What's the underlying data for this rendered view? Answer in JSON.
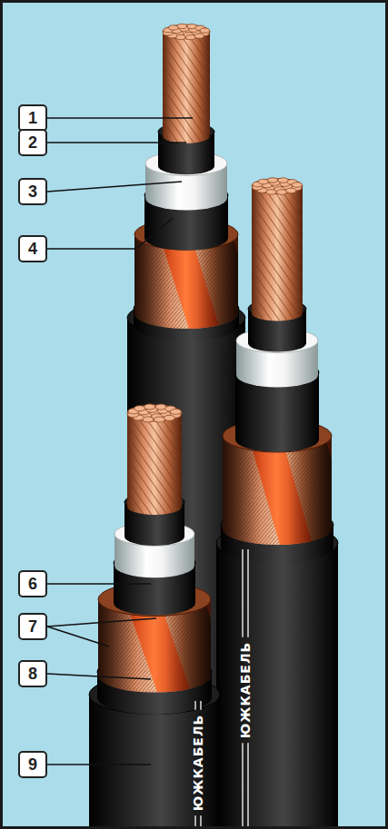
{
  "diagram": {
    "nodes": [
      {
        "text": [
          "1"
        ]
      },
      {
        "text": [
          "2"
        ]
      },
      {
        "text": [
          "3"
        ]
      },
      {
        "text": [
          "4"
        ]
      },
      {
        "text": [
          "6"
        ]
      },
      {
        "text": [
          "7"
        ]
      },
      {
        "text": [
          "8"
        ]
      },
      {
        "text": [
          "9"
        ]
      }
    ],
    "labels": [
      "ЮЖКАБЕЛЬ",
      "ЮЖКАБЕЛЬ"
    ]
  }
}
